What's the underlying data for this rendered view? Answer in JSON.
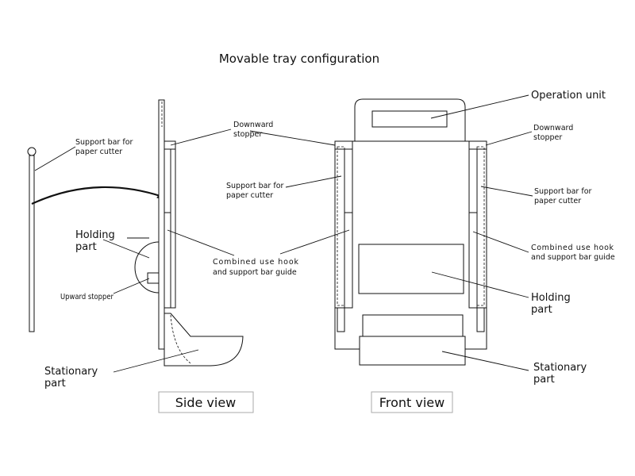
{
  "title": "Movable tray configuration",
  "side_view": {
    "label": "Side view",
    "support_bar_line1": "Support bar for",
    "support_bar_line2": "paper cutter",
    "downward_stopper_line1": "Downward",
    "downward_stopper_line2": "stopper",
    "holding_line1": "Holding",
    "holding_line2": "part",
    "upward_stopper": "Upward stopper",
    "stationary_line1": "Stationary",
    "stationary_line2": "part"
  },
  "front_view": {
    "label": "Front view",
    "operation_unit": "Operation unit",
    "downward_stopper_line1": "Downward",
    "downward_stopper_line2": "stopper",
    "support_bar_left_line1": "Support bar for",
    "support_bar_left_line2": "paper cutter",
    "support_bar_right_line1": "Support bar for",
    "support_bar_right_line2": "paper cutter",
    "combined_left_line1": "Combined use hook",
    "combined_left_line2": "and support bar guide",
    "combined_right_line1": "Combined use hook",
    "combined_right_line2": "and support bar guide",
    "holding_line1": "Holding",
    "holding_line2": "part",
    "stationary_line1": "Stationary",
    "stationary_line2": "part"
  }
}
